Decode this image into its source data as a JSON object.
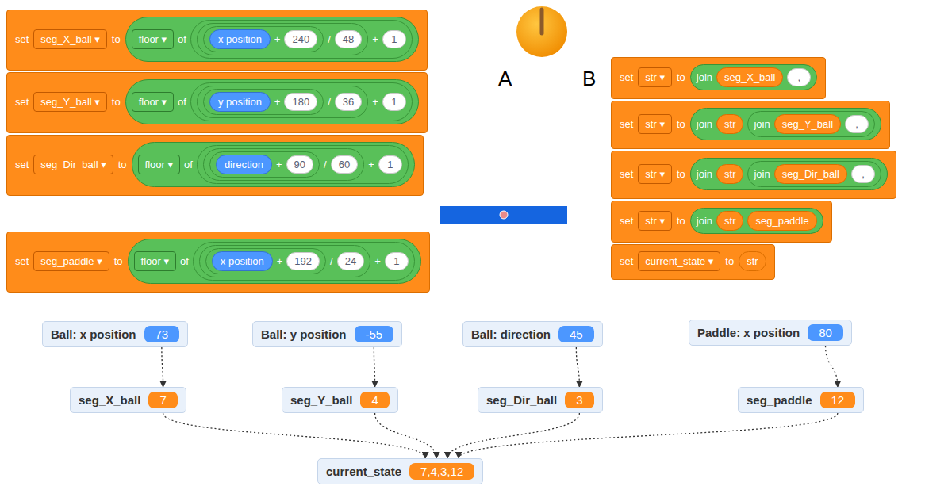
{
  "diagram": {
    "nodes": [
      {
        "text": [
          "set",
          "seg_X_ball ▾",
          "to",
          "floor ▾",
          "of",
          "x position",
          "+",
          "240",
          "/",
          "48",
          "+",
          "1"
        ]
      },
      {
        "text": [
          "set",
          "seg_Y_ball ▾",
          "to",
          "floor ▾",
          "of",
          "y position",
          "+",
          "180",
          "/",
          "36",
          "+",
          "1"
        ]
      },
      {
        "text": [
          "set",
          "seg_Dir_ball ▾",
          "to",
          "floor ▾",
          "of",
          "direction",
          "+",
          "90",
          "/",
          "60",
          "+",
          "1"
        ]
      },
      {
        "text": [
          "set",
          "str ▾",
          "to",
          "join",
          "seg_X_ball",
          ","
        ]
      },
      {
        "text": [
          "set",
          "str ▾",
          "to",
          "join",
          "str",
          "join",
          "seg_Y_ball",
          ","
        ]
      },
      {
        "text": [
          "set",
          "str ▾",
          "to",
          "join",
          "str",
          "join",
          "seg_Dir_ball",
          ","
        ]
      },
      {
        "text": [
          "set",
          "str ▾",
          "to",
          "join",
          "str",
          "seg_paddle"
        ]
      },
      {
        "text": [
          "set",
          "current_state ▾",
          "to",
          "str"
        ]
      },
      {
        "text": [
          "set",
          "seg_paddle ▾",
          "to",
          "floor ▾",
          "of",
          "x position",
          "+",
          "192",
          "/",
          "24",
          "+",
          "1"
        ]
      },
      {
        "text": [
          "Ball: x position",
          "73"
        ]
      },
      {
        "text": [
          "Ball: y position",
          "-55"
        ]
      },
      {
        "text": [
          "Ball: direction",
          "45"
        ]
      },
      {
        "text": [
          "Paddle: x position",
          "80"
        ]
      },
      {
        "text": [
          "seg_X_ball",
          "7"
        ]
      },
      {
        "text": [
          "seg_Y_ball",
          "4"
        ]
      },
      {
        "text": [
          "seg_Dir_ball",
          "3"
        ]
      },
      {
        "text": [
          "seg_paddle",
          "12"
        ]
      },
      {
        "text": [
          "current_state",
          "7,4,3,12"
        ]
      }
    ],
    "edges": [
      {
        "from": 9,
        "to": 13,
        "arrow": "to"
      },
      {
        "from": 10,
        "to": 14,
        "arrow": "to"
      },
      {
        "from": 11,
        "to": 15,
        "arrow": "to"
      },
      {
        "from": 12,
        "to": 16,
        "arrow": "to"
      },
      {
        "from": 13,
        "to": 17,
        "arrow": "to"
      },
      {
        "from": 14,
        "to": 17,
        "arrow": "to"
      },
      {
        "from": 15,
        "to": 17,
        "arrow": "to"
      },
      {
        "from": 16,
        "to": 17,
        "arrow": "to"
      }
    ],
    "labels": [
      "A",
      "B"
    ]
  }
}
